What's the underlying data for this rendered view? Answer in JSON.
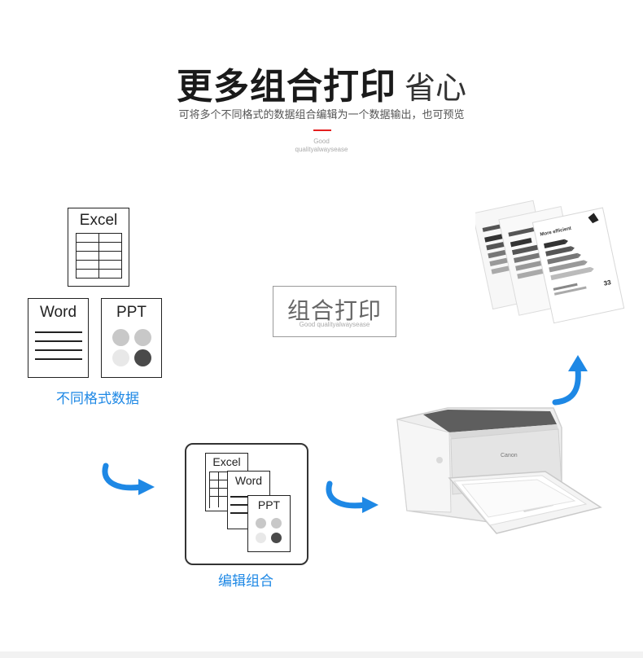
{
  "header": {
    "title_bold": "更多组合打印",
    "title_light": "省心",
    "subtitle": "可将多个不同格式的数据组合编辑为一个数据输出，也可预览",
    "tagline_top": "Good",
    "tagline_bottom": "qualityalwaysease"
  },
  "source_docs": {
    "excel_label": "Excel",
    "word_label": "Word",
    "ppt_label": "PPT",
    "caption": "不同格式数据"
  },
  "center_box": {
    "label": "组合打印",
    "sub_label": "Good qualityalwaysease"
  },
  "combined_docs": {
    "excel_label": "Excel",
    "word_label": "Word",
    "ppt_label": "PPT",
    "caption": "编辑组合"
  },
  "printer": {
    "brand": "Canon"
  },
  "printed_pages": {
    "heading": "More efficient",
    "page_number": "33"
  },
  "colors": {
    "accent_blue": "#1e88e5",
    "accent_red": "#e41f1f",
    "ppt_dot_light": "#c8c8c8",
    "ppt_dot_pale": "#e8e8e8",
    "ppt_dot_dark": "#4a4a4a"
  }
}
